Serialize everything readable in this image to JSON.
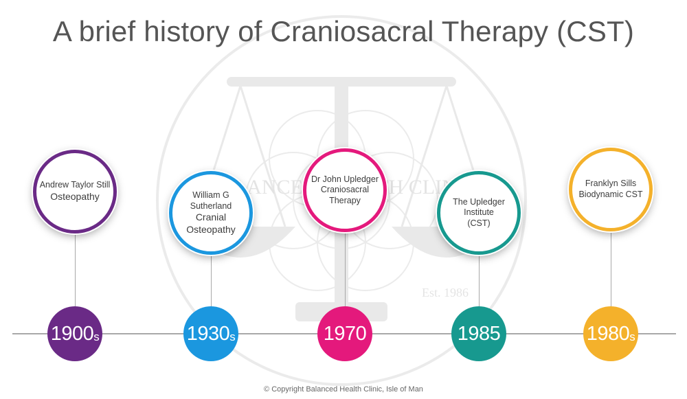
{
  "title": "A brief history of Craniosacral Therapy (CST)",
  "watermark": {
    "text": "BALANCED HEALTH CLINIC",
    "est": "Est. 1986"
  },
  "events": [
    {
      "lines": [
        "Andrew Taylor Still",
        "Osteopathy"
      ],
      "year": "1900",
      "suffix": "s",
      "color": "#6a2a86"
    },
    {
      "lines": [
        "William G",
        "Sutherland",
        "Cranial",
        "Osteopathy"
      ],
      "year": "1930",
      "suffix": "s",
      "color": "#1b97df"
    },
    {
      "lines": [
        "Dr John Upledger",
        "Craniosacral",
        "Therapy"
      ],
      "year": "1970",
      "suffix": "",
      "color": "#e4197c"
    },
    {
      "lines": [
        "The Upledger",
        "Institute",
        "(CST)"
      ],
      "year": "1985",
      "suffix": "",
      "color": "#17998f"
    },
    {
      "lines": [
        "Franklyn Sills",
        "Biodynamic CST"
      ],
      "year": "1980",
      "suffix": "s",
      "color": "#f4b12b"
    }
  ],
  "copyright": "© Copyright Balanced Health Clinic, Isle of Man"
}
